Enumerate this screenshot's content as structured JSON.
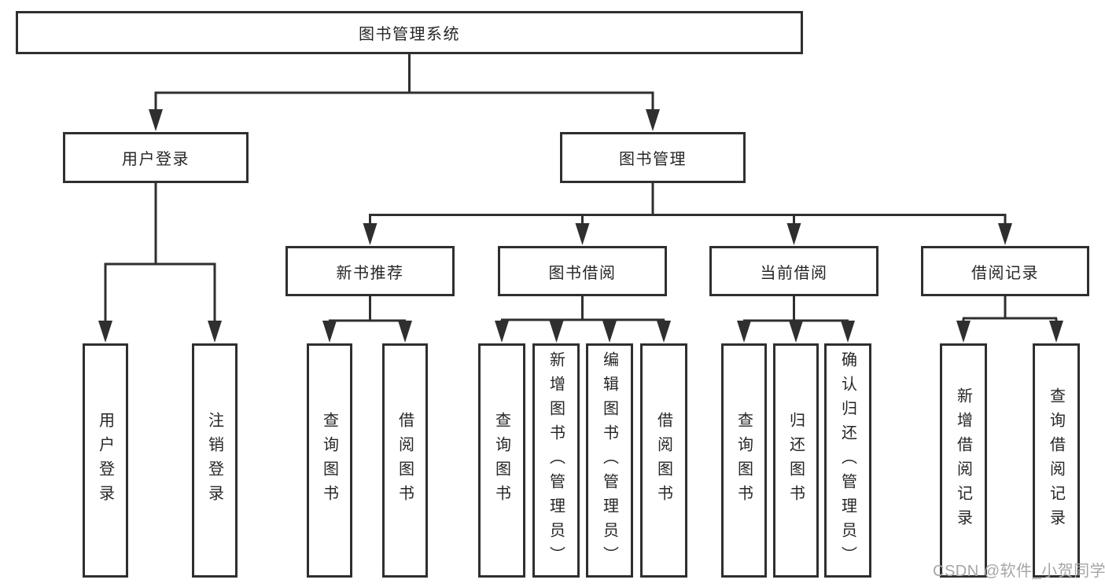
{
  "tree": {
    "root": "图书管理系统",
    "branches": [
      {
        "label": "用户登录",
        "children": [
          "用户登录",
          "注销登录"
        ]
      },
      {
        "label": "图书管理",
        "groups": [
          {
            "label": "新书推荐",
            "children": [
              "查询图书",
              "借阅图书"
            ]
          },
          {
            "label": "图书借阅",
            "children": [
              "查询图书",
              "新增图书（管理员）",
              "编辑图书（管理员）",
              "借阅图书"
            ]
          },
          {
            "label": "当前借阅",
            "children": [
              "查询图书",
              "归还图书",
              "确认归还（管理员）"
            ]
          },
          {
            "label": "借阅记录",
            "children": [
              "新增借阅记录",
              "查询借阅记录"
            ]
          }
        ]
      }
    ]
  },
  "watermark": {
    "text": "CSDN @软件_小贺同学"
  },
  "colors": {
    "line": "#2f2f2f",
    "box_border": "#2f2f2f",
    "text": "#262626",
    "watermark": "#a6a6a6",
    "background": "#ffffff"
  }
}
